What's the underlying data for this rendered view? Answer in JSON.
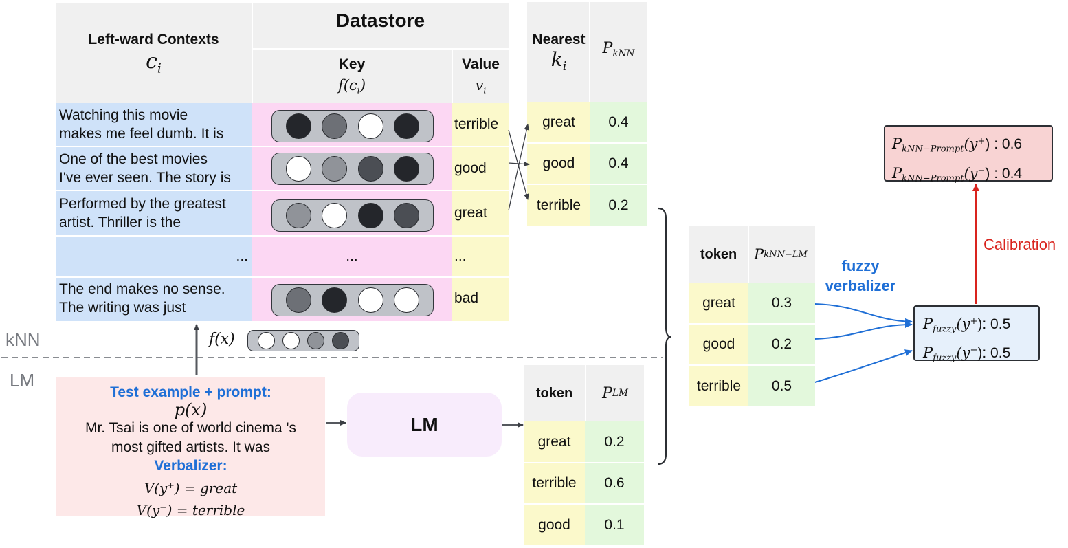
{
  "datastore": {
    "title": "Datastore",
    "contexts_header": "Left-ward Contexts",
    "contexts_symbol": "c",
    "contexts_symbol_sub": "i",
    "key_header": "Key",
    "key_symbol": "f(c",
    "key_symbol_sub": "i",
    "key_symbol_end": ")",
    "value_header": "Value",
    "value_symbol": "v",
    "value_symbol_sub": "i",
    "rows": [
      {
        "context_line1": "Watching this movie",
        "context_line2": "makes me feel dumb. It is",
        "key_dots": [
          "#24262b",
          "#6d7076",
          "#ffffff",
          "#24262b"
        ],
        "value": "terrible"
      },
      {
        "context_line1": "One of the best movies",
        "context_line2": "I've ever seen. The story is",
        "key_dots": [
          "#ffffff",
          "#909399",
          "#4b4e54",
          "#24262b"
        ],
        "value": "good"
      },
      {
        "context_line1": "Performed by the greatest",
        "context_line2": "artist. Thriller is the",
        "key_dots": [
          "#909399",
          "#ffffff",
          "#24262b",
          "#4b4e54"
        ],
        "value": "great"
      },
      {
        "context_line1": "...",
        "context_line2": "",
        "key_dots": [],
        "key_text": "...",
        "value": "..."
      },
      {
        "context_line1": "The end makes no sense.",
        "context_line2": "The writing was just",
        "key_dots": [
          "#6d7076",
          "#24262b",
          "#ffffff",
          "#ffffff"
        ],
        "value": "bad"
      }
    ]
  },
  "nearest": {
    "header": "Nearest",
    "symbol": "k",
    "symbol_sub": "i",
    "prob_symbol": "P",
    "prob_sub": "kNN",
    "rows": [
      {
        "token": "great",
        "prob": "0.4"
      },
      {
        "token": "good",
        "prob": "0.4"
      },
      {
        "token": "terrible",
        "prob": "0.2"
      }
    ]
  },
  "query": {
    "label": "f(x)",
    "dots": [
      "#ffffff",
      "#ffffff",
      "#909399",
      "#4b4e54"
    ]
  },
  "section_labels": {
    "knn": "kNN",
    "lm": "LM"
  },
  "test_example": {
    "title": "Test example + prompt:",
    "prompt_symbol": "p(x)",
    "text_line1": "Mr. Tsai is one of world cinema 's",
    "text_line2": "most gifted artists. It was",
    "verbalizer_title": "Verbalizer:",
    "verbalizer_pos_prefix": "V(y",
    "verbalizer_pos_sup": "+",
    "verbalizer_pos_suffix": ") = great",
    "verbalizer_neg_prefix": "V(y",
    "verbalizer_neg_sup": "−",
    "verbalizer_neg_suffix": ") = terrible"
  },
  "lm_box": {
    "label": "LM"
  },
  "lm_table": {
    "token_header": "token",
    "prob_symbol": "P",
    "prob_sub": "LM",
    "rows": [
      {
        "token": "great",
        "prob": "0.2"
      },
      {
        "token": "terrible",
        "prob": "0.6"
      },
      {
        "token": "good",
        "prob": "0.1"
      }
    ]
  },
  "knnlm_table": {
    "token_header": "token",
    "prob_symbol": "P",
    "prob_sub": "kNN−LM",
    "rows": [
      {
        "token": "great",
        "prob": "0.3"
      },
      {
        "token": "good",
        "prob": "0.2"
      },
      {
        "token": "terrible",
        "prob": "0.5"
      }
    ]
  },
  "fuzzy_label": {
    "line1": "fuzzy",
    "line2": "verbalizer"
  },
  "fuzzy_box": {
    "symbol": "P",
    "sub": "fuzzy",
    "pos_arg": "(y",
    "pos_sup": "+",
    "pos_value": "): 0.5",
    "neg_arg": "(y",
    "neg_sup": "−",
    "neg_value": "): 0.5"
  },
  "calibration_label": "Calibration",
  "result_box": {
    "symbol": "P",
    "sub": "kNN−Prompt",
    "pos_arg": "(y",
    "pos_sup": "+",
    "pos_value": ") : 0.6",
    "neg_arg": "(y",
    "neg_sup": "−",
    "neg_value": ") : 0.4"
  },
  "colors": {
    "header_gray": "#f0f0f0",
    "context_blue": "#cfe2f9",
    "key_pink": "#fcd7f3",
    "value_yellow": "#fbf9cb",
    "prob_green": "#e3f8dc",
    "label_blue": "#1f6fd6",
    "calibration_red": "#d9241e",
    "result_fill": "#f8d3d3",
    "fuzzy_fill": "#e6f0fb",
    "test_fill": "#fde8e8",
    "lm_fill": "#f8ecfc"
  }
}
